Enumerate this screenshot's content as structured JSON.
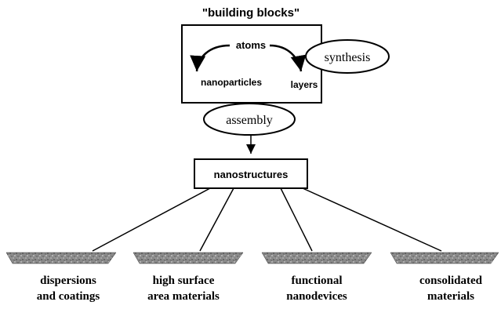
{
  "diagram": {
    "title": "\"building blocks\"",
    "box_labels": {
      "top": "atoms",
      "left": "nanoparticles",
      "right": "layers"
    },
    "ellipses": {
      "synthesis": "synthesis",
      "assembly": "assembly"
    },
    "center_box": "nanostructures",
    "outputs": [
      {
        "line1": "dispersions",
        "line2": "and coatings"
      },
      {
        "line1": "high surface",
        "line2": "area materials"
      },
      {
        "line1": "functional",
        "line2": "nanodevices"
      },
      {
        "line1": "consolidated",
        "line2": "materials"
      }
    ]
  }
}
